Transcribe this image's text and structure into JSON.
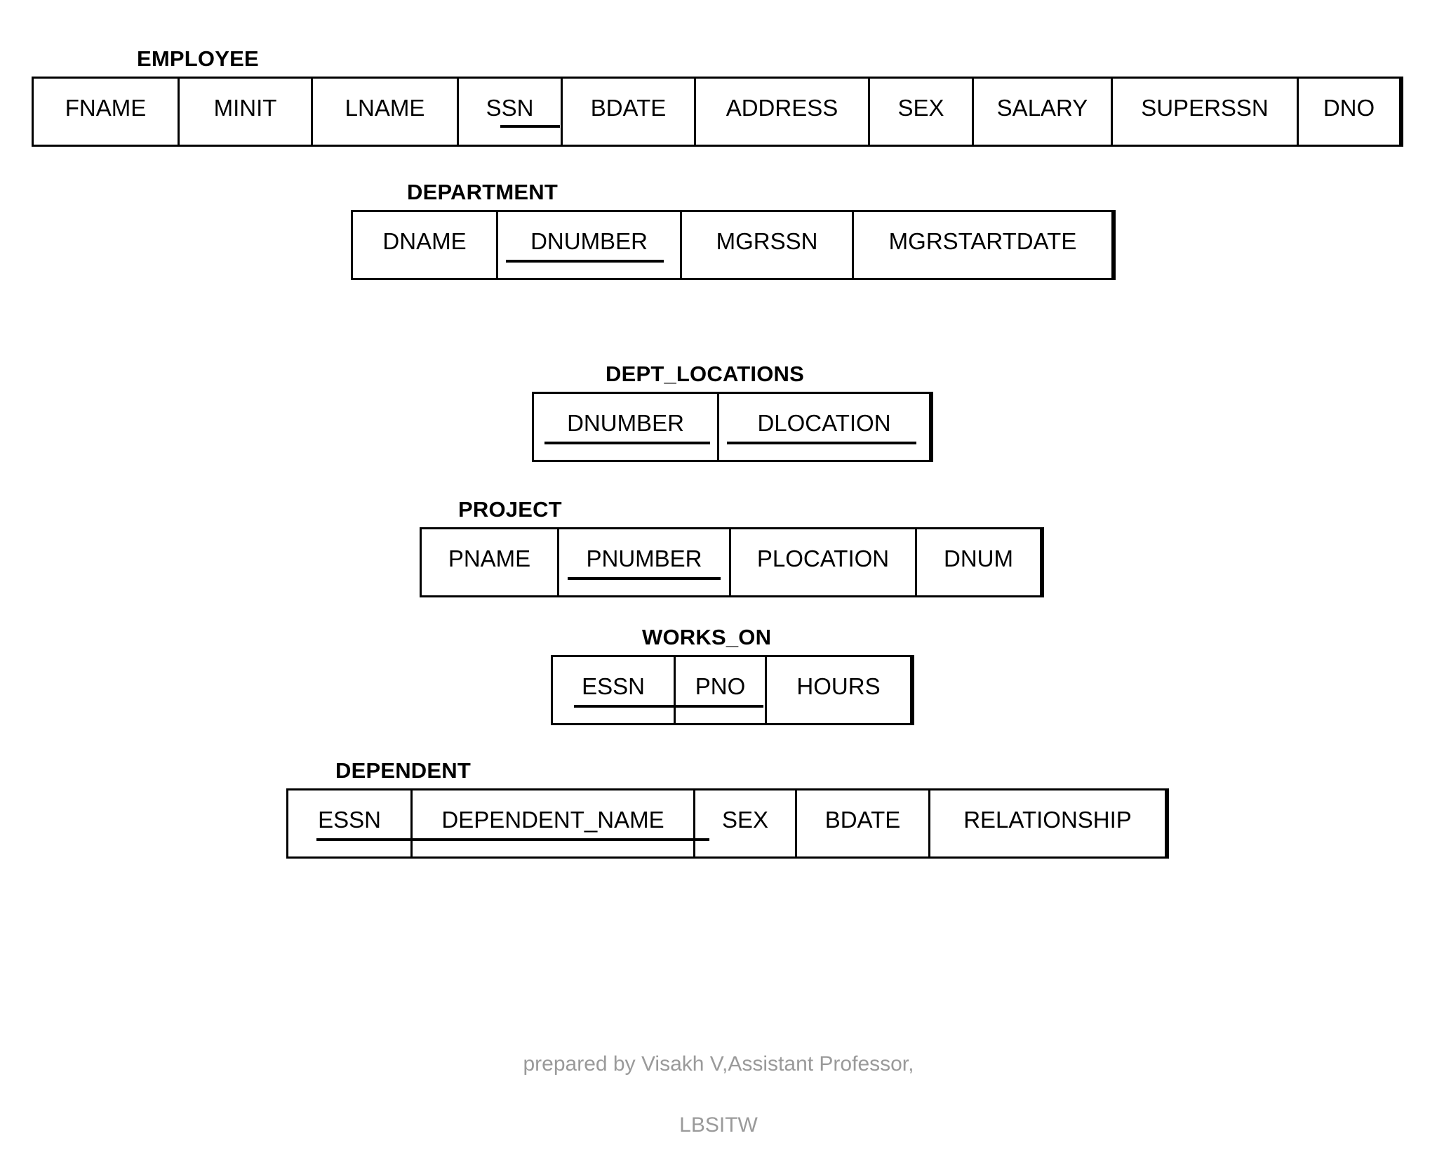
{
  "document": {
    "kind": "relational-schema-diagram",
    "background_color": "#ffffff",
    "ink_color": "#000000",
    "watermark_color": "#9a9a9a"
  },
  "watermark": {
    "line1": "prepared by Visakh V,Assistant Professor,",
    "line2": "LBSITW"
  },
  "schemas": [
    {
      "id": "employee",
      "title": "EMPLOYEE",
      "attributes": [
        {
          "name": "FNAME",
          "primary_key": false
        },
        {
          "name": "MINIT",
          "primary_key": false
        },
        {
          "name": "LNAME",
          "primary_key": false
        },
        {
          "name": "SSN",
          "primary_key": true
        },
        {
          "name": "BDATE",
          "primary_key": false
        },
        {
          "name": "ADDRESS",
          "primary_key": false
        },
        {
          "name": "SEX",
          "primary_key": false
        },
        {
          "name": "SALARY",
          "primary_key": false
        },
        {
          "name": "SUPERSSN",
          "primary_key": false
        },
        {
          "name": "DNO",
          "primary_key": false
        }
      ]
    },
    {
      "id": "department",
      "title": "DEPARTMENT",
      "attributes": [
        {
          "name": "DNAME",
          "primary_key": false
        },
        {
          "name": "DNUMBER",
          "primary_key": true
        },
        {
          "name": "MGRSSN",
          "primary_key": false
        },
        {
          "name": "MGRSTARTDATE",
          "primary_key": false
        }
      ]
    },
    {
      "id": "dept-locations",
      "title": "DEPT_LOCATIONS",
      "attributes": [
        {
          "name": "DNUMBER",
          "primary_key": true
        },
        {
          "name": "DLOCATION",
          "primary_key": true
        }
      ]
    },
    {
      "id": "project",
      "title": "PROJECT",
      "attributes": [
        {
          "name": "PNAME",
          "primary_key": false
        },
        {
          "name": "PNUMBER",
          "primary_key": true
        },
        {
          "name": "PLOCATION",
          "primary_key": false
        },
        {
          "name": "DNUM",
          "primary_key": false
        }
      ]
    },
    {
      "id": "works-on",
      "title": "WORKS_ON",
      "attributes": [
        {
          "name": "ESSN",
          "primary_key": true
        },
        {
          "name": "PNO",
          "primary_key": true
        },
        {
          "name": "HOURS",
          "primary_key": false
        }
      ]
    },
    {
      "id": "dependent",
      "title": "DEPENDENT",
      "attributes": [
        {
          "name": "ESSN",
          "primary_key": true
        },
        {
          "name": "DEPENDENT_NAME",
          "primary_key": true
        },
        {
          "name": "SEX",
          "primary_key": false
        },
        {
          "name": "BDATE",
          "primary_key": false
        },
        {
          "name": "RELATIONSHIP",
          "primary_key": false
        }
      ]
    }
  ]
}
